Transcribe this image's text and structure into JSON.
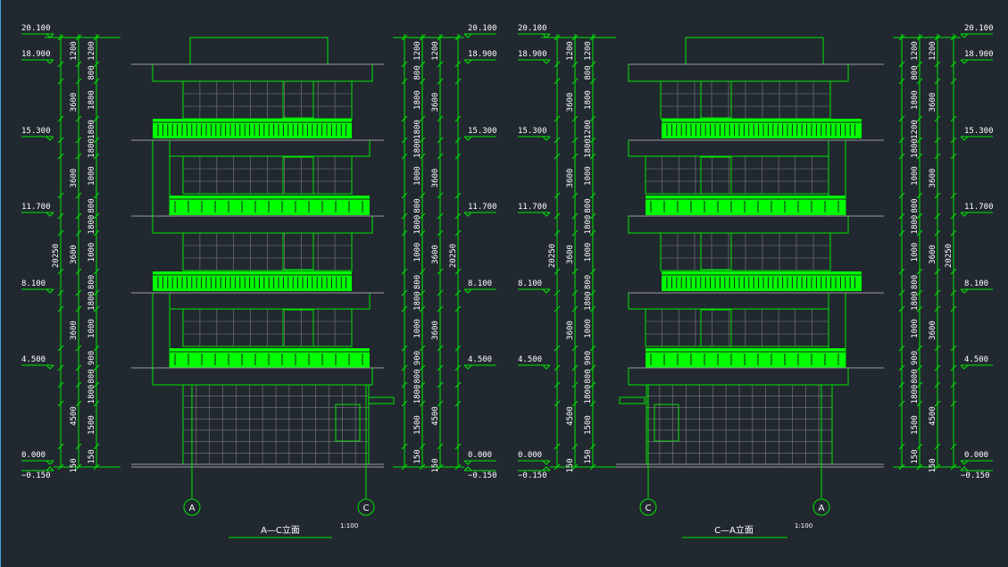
{
  "colors": {
    "background": "#212830",
    "linework": "#00e600",
    "balcony_fill": "#00ff00",
    "text": "#ffffff",
    "floor_line": "#9a9a9a",
    "window_grid": "#7f7f7f"
  },
  "drawings": [
    {
      "id": "left",
      "title": "A—C立面",
      "scale": "1:100",
      "axis_left": "A",
      "axis_right": "C",
      "levels_left": [
        "20.100",
        "18.900",
        "15.300",
        "11.700",
        "8.100",
        "4.500",
        "0.000",
        "−0.150"
      ],
      "levels_right": [
        "20.100",
        "18.900",
        "15.300",
        "11.700",
        "8.100",
        "4.500",
        "0.000",
        "−0.150"
      ],
      "dims_outer": [
        "1200",
        "3600",
        "3600",
        "3600",
        "3600",
        "4500",
        "150"
      ],
      "dims_total": "20250",
      "dims_inner_left": [
        "1200",
        "800",
        "1800",
        "1800",
        "1800",
        "1000",
        "800",
        "1800",
        "1000",
        "800",
        "1800",
        "1000",
        "900",
        "800",
        "1800",
        "1500",
        "150"
      ],
      "dims_inner_right": [
        "1200",
        "800",
        "1800",
        "1800",
        "1800",
        "1000",
        "800",
        "1800",
        "1000",
        "800",
        "1800",
        "1000",
        "900",
        "800",
        "1800",
        "1500",
        "150"
      ]
    },
    {
      "id": "right",
      "title": "C—A立面",
      "scale": "1:100",
      "axis_left": "C",
      "axis_right": "A",
      "levels_left": [
        "20.100",
        "18.900",
        "15.300",
        "11.700",
        "8.100",
        "4.500",
        "0.000",
        "−0.150"
      ],
      "levels_right": [
        "20.100",
        "18.900",
        "15.300",
        "11.700",
        "8.100",
        "4.500",
        "0.000",
        "−0.150"
      ],
      "dims_outer": [
        "1200",
        "3600",
        "3600",
        "3600",
        "3600",
        "4500",
        "150"
      ],
      "dims_total": "20250",
      "dims_inner_left": [
        "1200",
        "800",
        "1800",
        "1200",
        "1800",
        "1000",
        "800",
        "1800",
        "1000",
        "800",
        "1800",
        "1000",
        "900",
        "800",
        "1800",
        "1500",
        "150"
      ],
      "dims_inner_right": [
        "1200",
        "800",
        "1800",
        "1200",
        "1800",
        "1000",
        "800",
        "1800",
        "1000",
        "800",
        "1800",
        "1000",
        "900",
        "800",
        "1800",
        "1500",
        "150"
      ]
    }
  ]
}
